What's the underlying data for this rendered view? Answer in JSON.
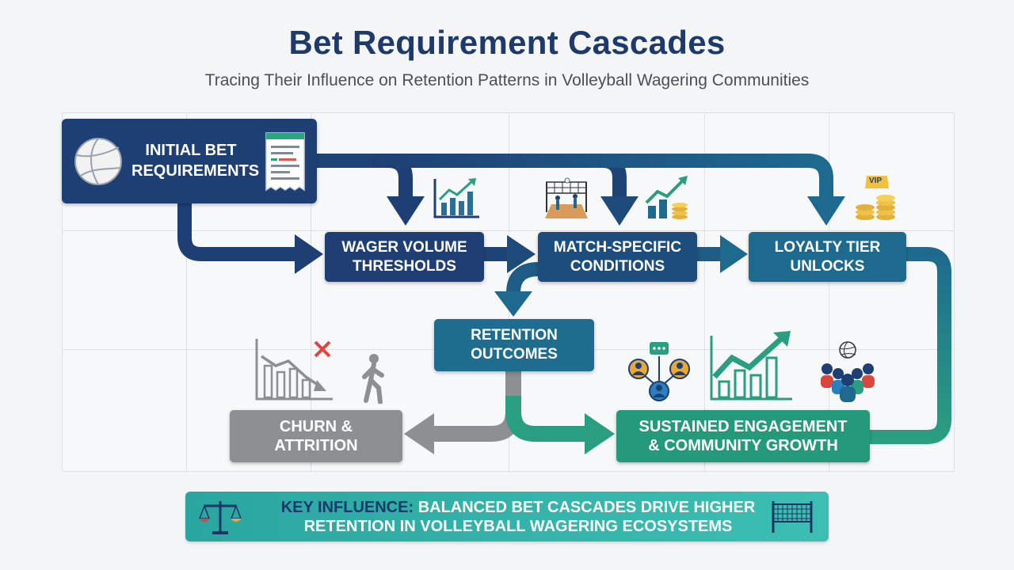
{
  "title": "Bet Requirement Cascades",
  "subtitle": "Tracing Their Influence on Retention Patterns in Volleyball Wagering Communities",
  "nodes": {
    "initial": "INITIAL BET\nREQUIREMENTS",
    "wager": "WAGER VOLUME\nTHRESHOLDS",
    "match": "MATCH-SPECIFIC\nCONDITIONS",
    "loyalty": "LOYALTY TIER\nUNLOCKS",
    "retention": "RETENTION\nOUTCOMES",
    "churn": "CHURN &\nATTRITION",
    "sustained": "SUSTAINED ENGAGEMENT\n& COMMUNITY GROWTH"
  },
  "vip_badge": "VIP",
  "banner": {
    "lead": "KEY INFLUENCE:",
    "text": "BALANCED BET CASCADES DRIVE HIGHER",
    "line2": "RETENTION IN VOLLEYBALL WAGERING ECOSYSTEMS"
  },
  "colors": {
    "navy": "#1e3f74",
    "blue": "#1d4d7c",
    "teal": "#1e6d8f",
    "green": "#249a7b",
    "gray": "#8d8f92",
    "banner": "#2aa6a0"
  },
  "icons": [
    "volleyball-icon",
    "receipt-icon",
    "bar-chart-icon",
    "volleyball-court-icon",
    "growth-chart-icon",
    "vip-coins-icon",
    "declining-chart-icon",
    "walking-person-icon",
    "network-people-icon",
    "growth-chart-green-icon",
    "community-group-icon",
    "balance-scale-icon",
    "volleyball-net-icon"
  ]
}
